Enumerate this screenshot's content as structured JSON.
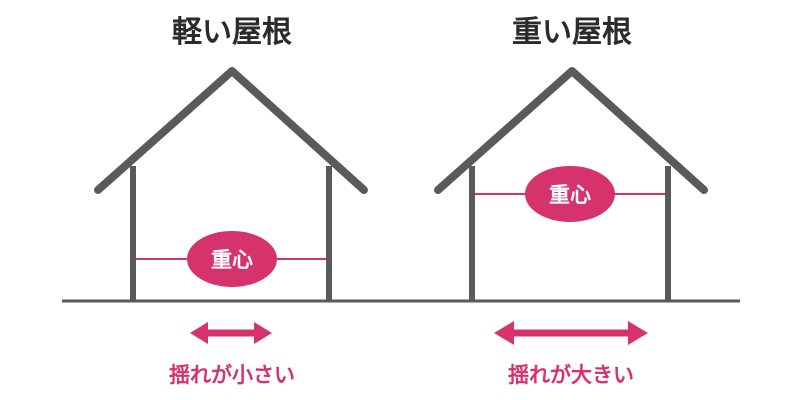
{
  "colors": {
    "structure": "#5a5a5a",
    "accent": "#d6336c",
    "title": "#2b2b2b",
    "background": "#ffffff"
  },
  "houses": [
    {
      "title": "軽い屋根",
      "center_of_gravity_label": "重心",
      "sway_label": "揺れが小さい"
    },
    {
      "title": "重い屋根",
      "center_of_gravity_label": "重心",
      "sway_label": "揺れが大きい"
    }
  ]
}
